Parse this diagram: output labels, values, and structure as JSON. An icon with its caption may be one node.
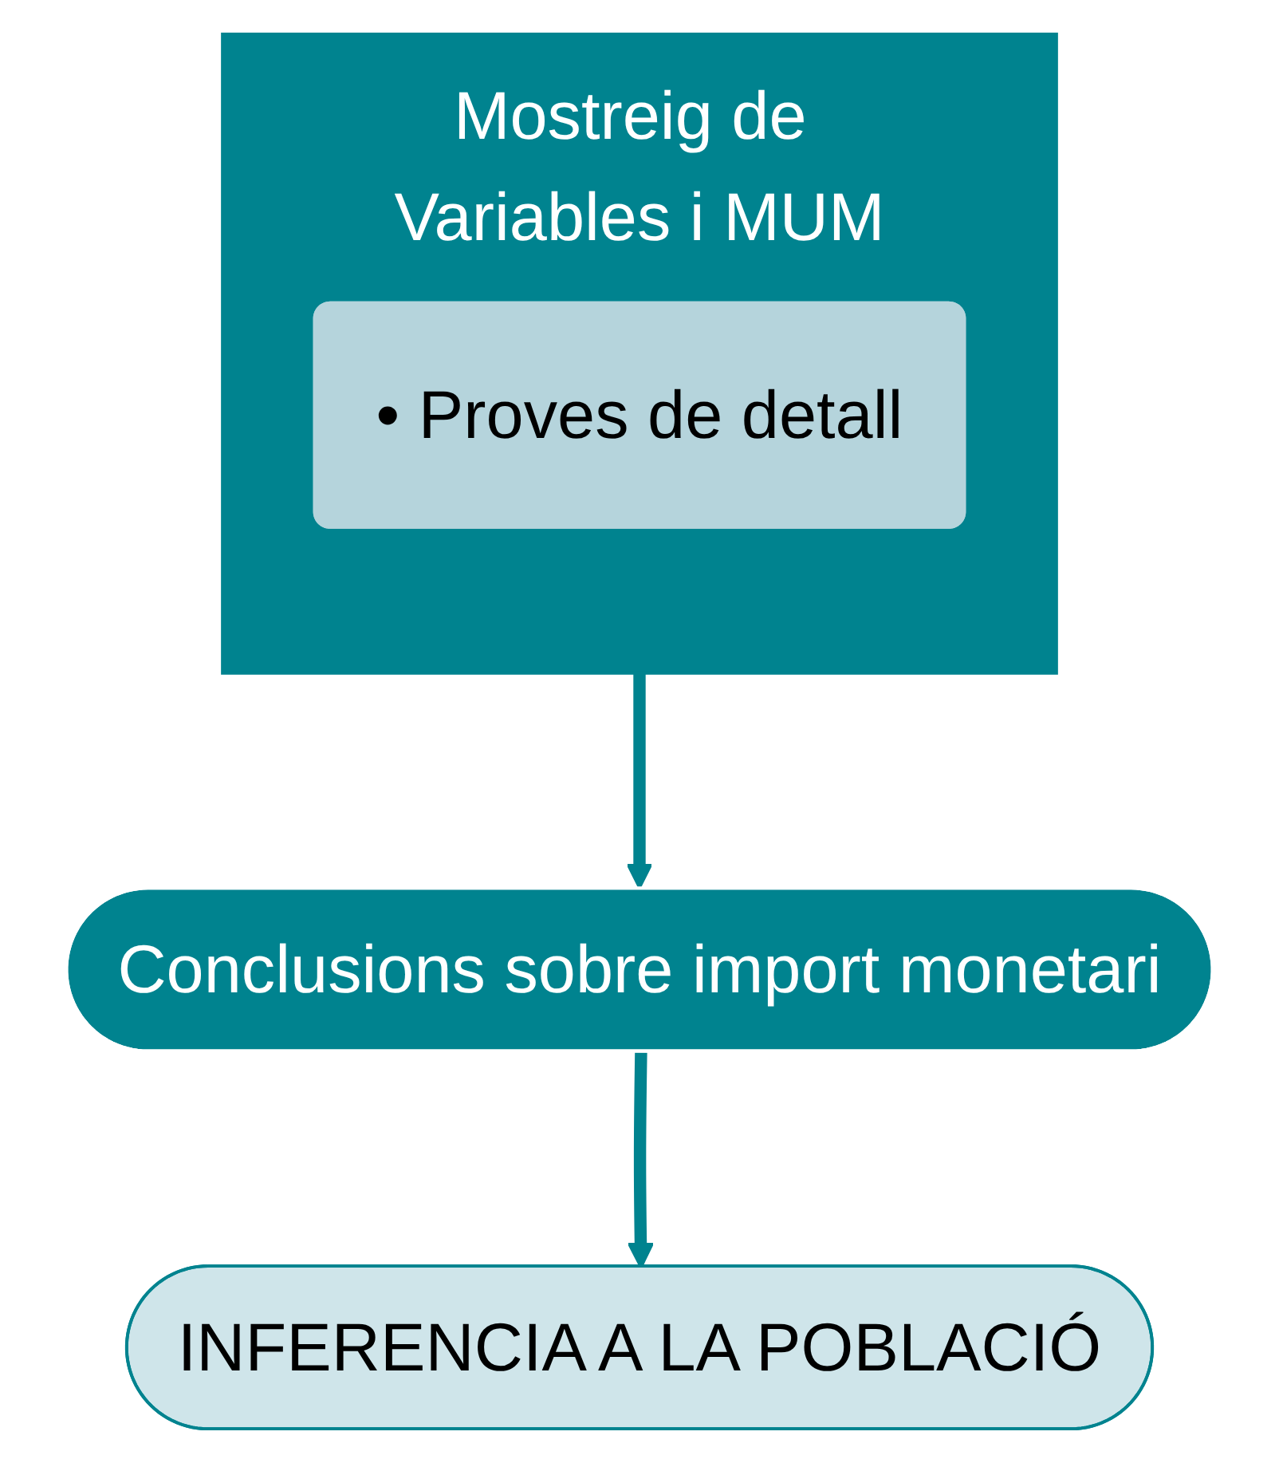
{
  "diagram": {
    "nodes": [
      {
        "text": [
          "Mostreig de Variables i MUM"
        ]
      },
      {
        "text": [
          "• Proves de detall"
        ],
        "in": 0
      },
      {
        "text": [
          "Conclusions sobre import monetari"
        ]
      },
      {
        "text": [
          "INFERENCIA A LA POBLACIÓ"
        ]
      }
    ],
    "edges": [
      {
        "from": 0,
        "to": 2,
        "arrow": "to"
      },
      {
        "from": 2,
        "to": 3,
        "arrow": "to"
      }
    ]
  }
}
